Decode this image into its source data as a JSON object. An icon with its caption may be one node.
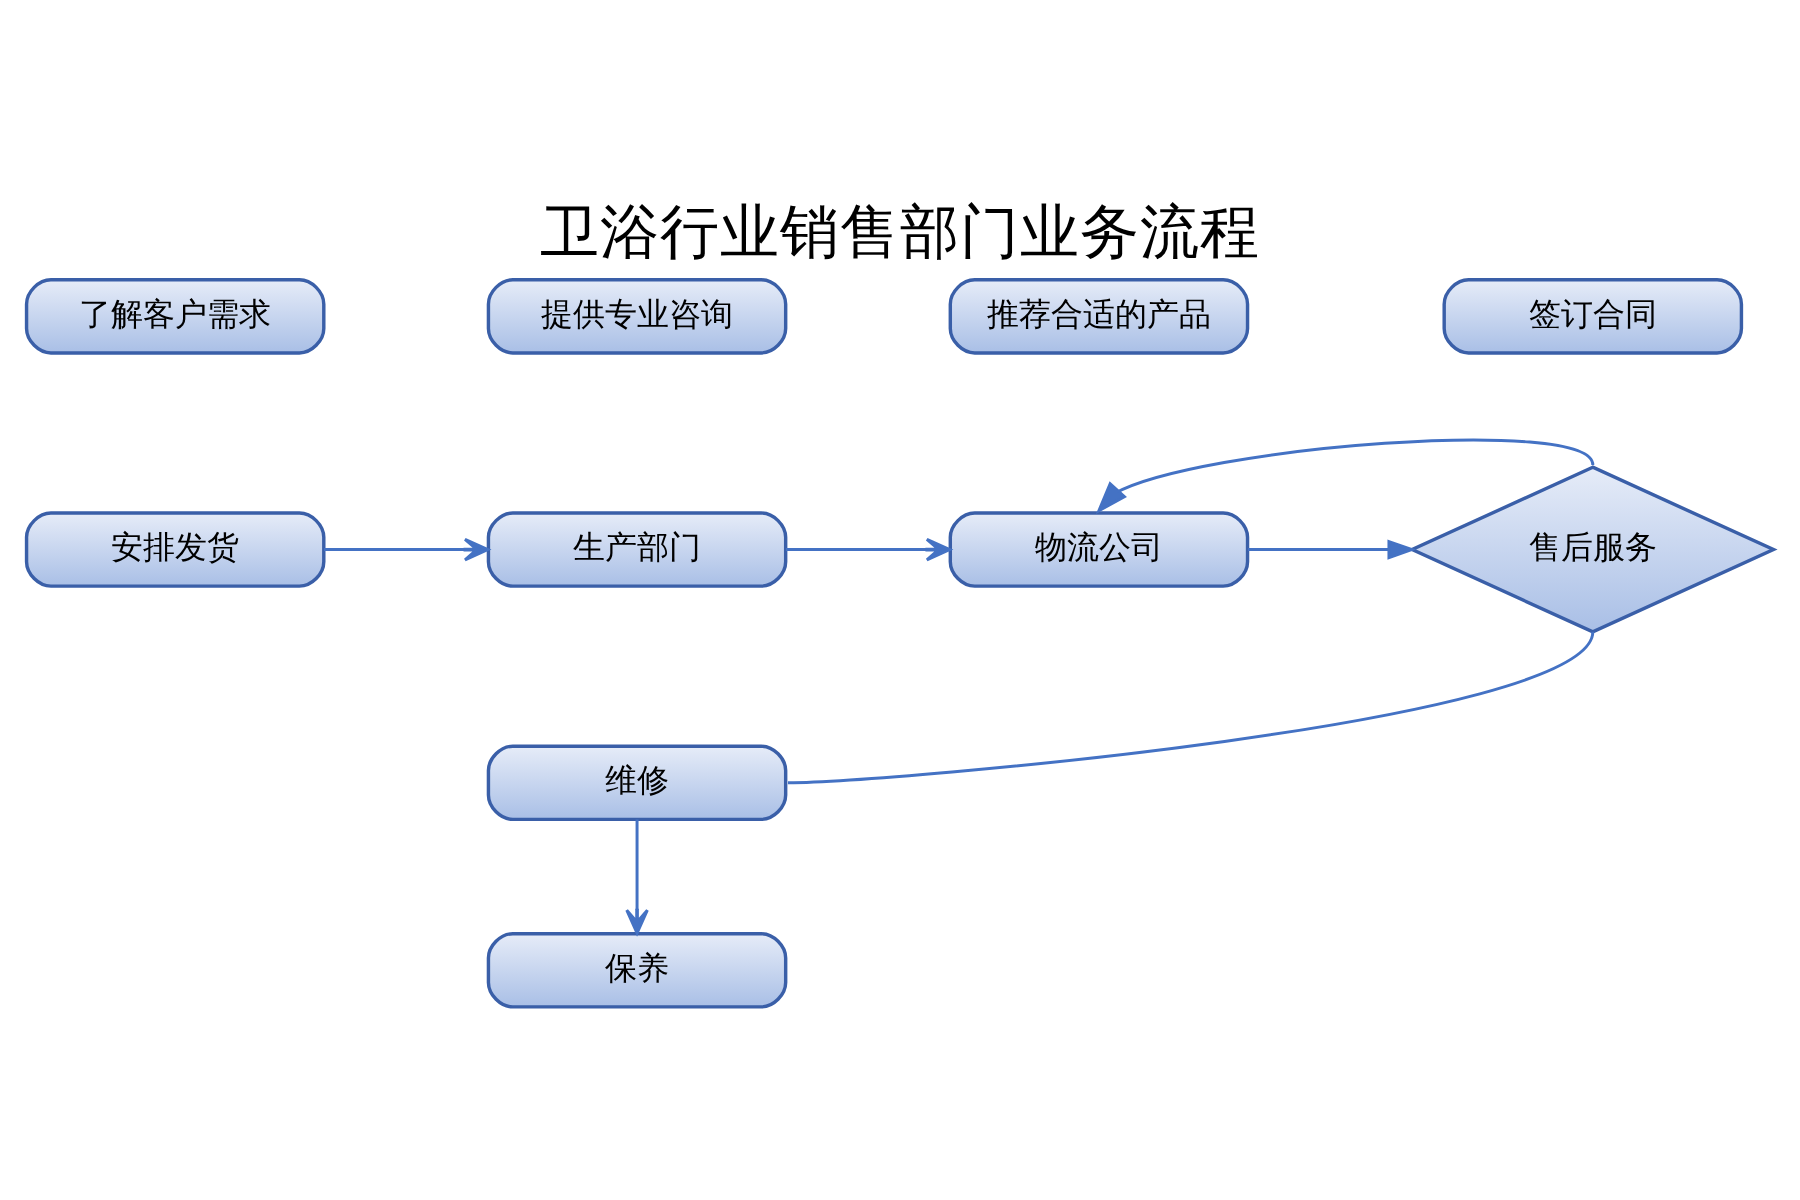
{
  "diagram": {
    "title": "卫浴行业销售部门业务流程",
    "nodes": [
      {
        "text": [
          "了解客户需求"
        ]
      },
      {
        "text": [
          "提供专业咨询"
        ]
      },
      {
        "text": [
          "推荐合适的产品"
        ]
      },
      {
        "text": [
          "签订合同"
        ]
      },
      {
        "text": [
          "安排发货"
        ]
      },
      {
        "text": [
          "生产部门"
        ]
      },
      {
        "text": [
          "物流公司"
        ]
      },
      {
        "text": [
          "售后服务"
        ]
      },
      {
        "text": [
          "维修"
        ]
      },
      {
        "text": [
          "保养"
        ]
      }
    ],
    "edges": [
      {
        "from": 4,
        "to": 5,
        "arrow": "to"
      },
      {
        "from": 5,
        "to": 6,
        "arrow": "to"
      },
      {
        "from": 6,
        "to": 7,
        "arrow": "to"
      },
      {
        "from": 7,
        "to": 6,
        "arrow": "to"
      },
      {
        "from": 7,
        "to": 8,
        "arrow": "none"
      },
      {
        "from": 8,
        "to": 9,
        "arrow": "to"
      }
    ]
  }
}
